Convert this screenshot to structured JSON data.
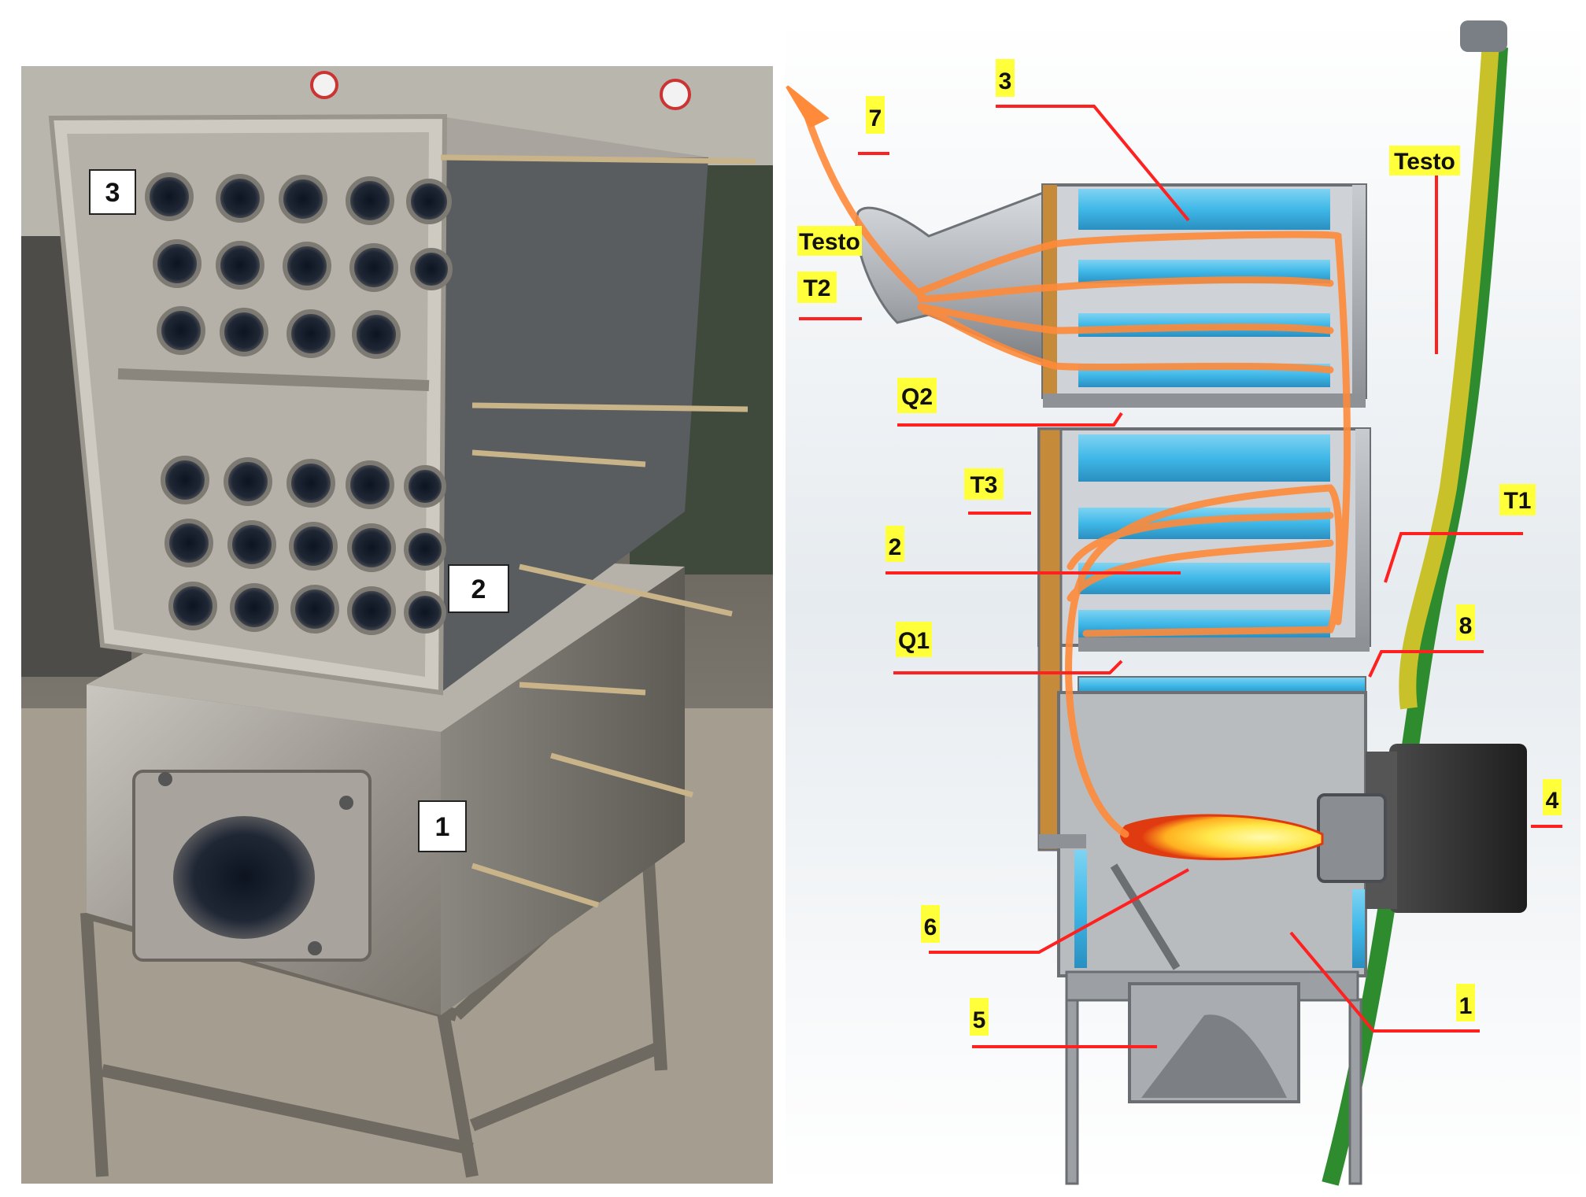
{
  "photo": {
    "labels": {
      "boiler_section_3": "3",
      "boiler_section_2": "2",
      "boiler_section_1": "1"
    }
  },
  "diagram": {
    "labels": {
      "exhaust_7": "7",
      "section_3": "3",
      "testo_right": "Testo",
      "testo_left": "Testo",
      "t2": "T2",
      "q2": "Q2",
      "t3": "T3",
      "t1": "T1",
      "section_2": "2",
      "q1": "Q1",
      "part_8": "8",
      "burner_4": "4",
      "flame_6": "6",
      "ash_5": "5",
      "chamber_1": "1"
    },
    "colors": {
      "label_highlight": "#ffff3a",
      "leader_line": "#ff2020",
      "flue_gas": "#ff8a3a",
      "water_jacket": "#3fb8e8",
      "steel": "#b4b8bd",
      "hose_green": "#2e8b2e",
      "hose_yellow": "#c9c12a",
      "burner_body": "#3a3a3a"
    }
  }
}
